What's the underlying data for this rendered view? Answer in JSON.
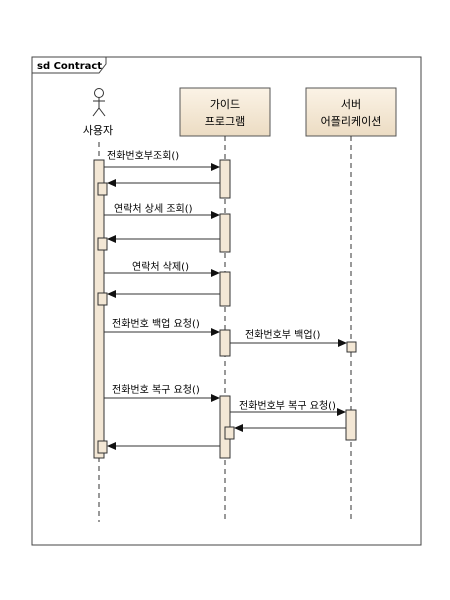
{
  "frame": {
    "label": "sd Contract"
  },
  "participants": {
    "actor": {
      "label": "사용자"
    },
    "guide": {
      "line1": "가이드",
      "line2": "프로그램"
    },
    "server": {
      "line1": "서버",
      "line2": "어플리케이션"
    }
  },
  "messages": [
    {
      "label": "전화번호부조회()"
    },
    {
      "label": "연락처 상세 조회()"
    },
    {
      "label": "연락처 삭제()"
    },
    {
      "label": "전화번호 백업 요청()"
    },
    {
      "label": "전화번호부 백업()"
    },
    {
      "label": "전화번호 복구 요청()"
    },
    {
      "label": "전화번호부 복구 요청()"
    }
  ]
}
